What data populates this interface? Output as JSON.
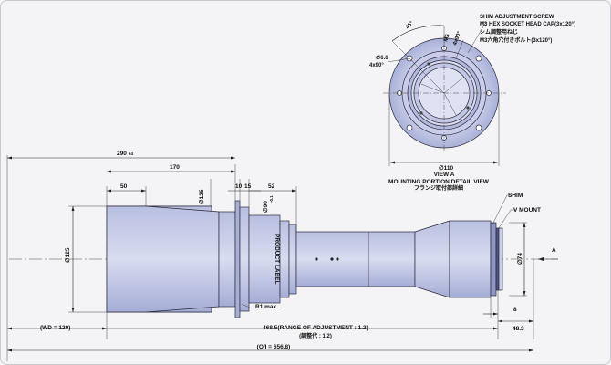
{
  "colors": {
    "background": "#f4f4f6",
    "body_fill": "#c4c9e3",
    "body_shade": "#a9b0d6",
    "body_dark": "#8e96c4",
    "outline": "#2a2a3a"
  },
  "view_a": {
    "title": "VIEW A",
    "subtitle": "MOUNTING PORTION DETAIL VIEW",
    "subtitle_jp": "フランジ取付部詳細",
    "dia_110": "∅110",
    "dia_66": "∅6.6",
    "holes_4x90": "4x90°",
    "m5": "M5",
    "m5_4x90": "4x90°",
    "angle_45": "45°",
    "shim_screw_en_1": "SHIM ADJUSTMENT SCREW",
    "shim_screw_en_2": "M3 HEX SOCKET HEAD CAP(3x120°)",
    "shim_screw_jp_1": "シム調整用ねじ",
    "shim_screw_jp_2": "M3六角穴付きボルト(3x120°)"
  },
  "side_view": {
    "dim_290": "290",
    "dim_290_tol": "±4",
    "dim_170": "170",
    "dim_50": "50",
    "dim_125_top": "∅125",
    "dim_10": "10",
    "dim_15": "15",
    "dim_90": "∅90",
    "dim_90_tol": "-0.1",
    "dim_52": "52",
    "dim_125_left": "∅125",
    "product_label": "PRODUCT LABEL",
    "r1": "R1 max.",
    "shim": "SHIM",
    "v_mount": "V MOUNT",
    "dim_74": "∅74",
    "arrow_a": "A",
    "dim_8": "8",
    "dim_48_3": "48.3",
    "wd": "(WD = 120)",
    "range": "468.5(RANGE OF ADJUSTMENT : 1.2)",
    "range_jp": "(調整代 : 1.2)",
    "oi": "(O/I = 656.8)"
  }
}
